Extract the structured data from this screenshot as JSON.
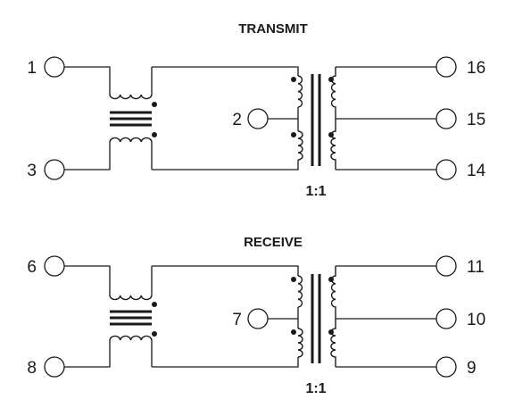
{
  "sections": [
    {
      "title": "TRANSMIT",
      "ratio": "1:1",
      "pins": {
        "in_top": "1",
        "in_bottom": "3",
        "center_tap": "2",
        "out_top": "16",
        "out_mid": "15",
        "out_bottom": "14"
      }
    },
    {
      "title": "RECEIVE",
      "ratio": "1:1",
      "pins": {
        "in_top": "6",
        "in_bottom": "8",
        "center_tap": "7",
        "out_top": "11",
        "out_mid": "10",
        "out_bottom": "9"
      }
    }
  ]
}
